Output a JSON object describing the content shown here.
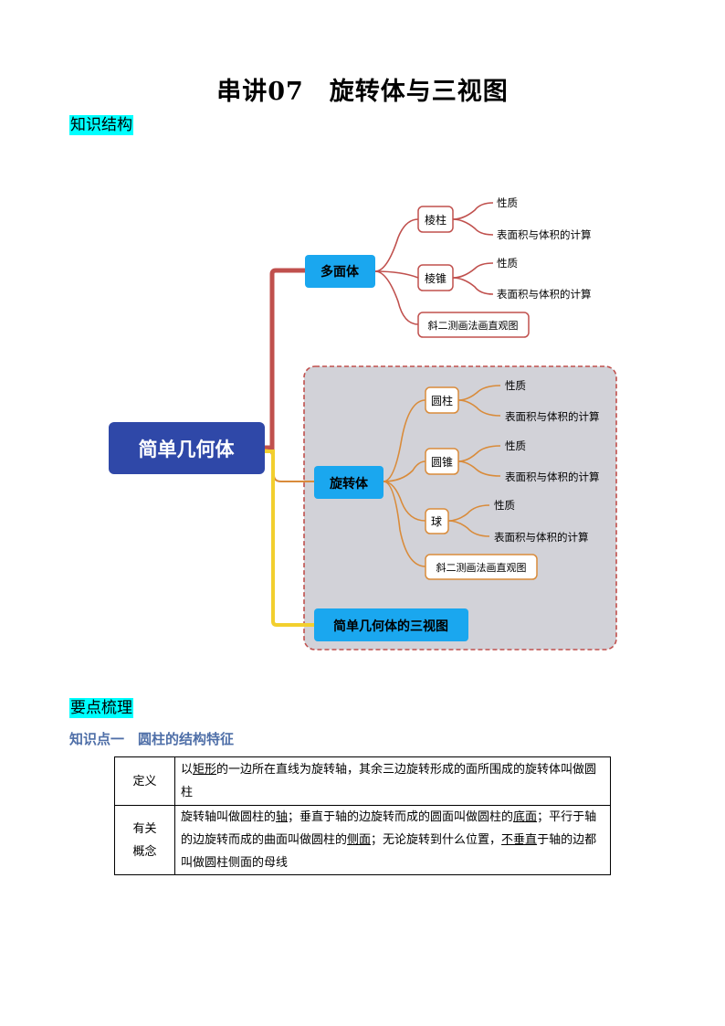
{
  "title": "串讲07　旋转体与三视图",
  "sections": {
    "structure": "知识结构",
    "points": "要点梳理"
  },
  "mindmap": {
    "root": "简单几何体",
    "branches": {
      "polyhedron": {
        "label": "多面体",
        "prism": {
          "label": "棱柱",
          "leaves": [
            "性质",
            "表面积与体积的计算"
          ]
        },
        "pyramid": {
          "label": "棱锥",
          "leaves": [
            "性质",
            "表面积与体积的计算"
          ]
        },
        "oblique": "斜二测画法画直观图"
      },
      "rotation": {
        "label": "旋转体",
        "cylinder": {
          "label": "圆柱",
          "leaves": [
            "性质",
            "表面积与体积的计算"
          ]
        },
        "cone": {
          "label": "圆锥",
          "leaves": [
            "性质",
            "表面积与体积的计算"
          ]
        },
        "sphere": {
          "label": "球",
          "leaves": [
            "性质",
            "表面积与体积的计算"
          ]
        },
        "oblique": "斜二测画法画直观图"
      },
      "views": {
        "label": "简单几何体的三视图"
      }
    },
    "colors": {
      "root_fill": "#2f48a8",
      "blue_fill": "#1aa7ef",
      "red_line": "#c0504d",
      "orange_line": "#d98b3a",
      "yellow_line": "#f2cf2e",
      "group_bg": "#d2d2d8",
      "group_border": "#c0504d"
    }
  },
  "knowledge_point": "知识点一　圆柱的结构特征",
  "table": {
    "row1": {
      "label": "定义",
      "p1": "以",
      "b1": "矩形",
      "p2": "的一边所在直线为旋转轴，其余三边旋转形成的面所围成的旋转体叫做圆柱"
    },
    "row2": {
      "label1": "有关",
      "label2": "概念",
      "p1": "旋转轴叫做圆柱的",
      "b1": "轴",
      "p2": "；垂直于轴的边旋转而成的圆面叫做圆柱的",
      "b2": "底面",
      "p3": "；平行于轴的边旋转而成的曲面叫做圆柱的",
      "b3": "侧面",
      "p4": "；无论旋转到什么位置，",
      "b4": "不垂直",
      "p5": "于轴的边都叫做圆柱侧面的母线"
    }
  }
}
